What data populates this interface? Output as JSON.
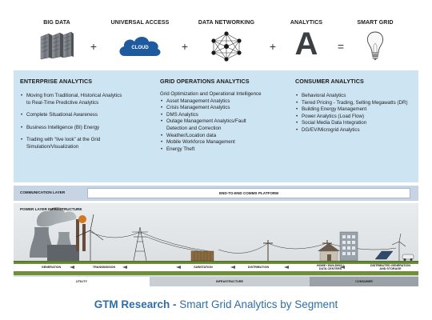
{
  "equation": {
    "items": [
      {
        "label": "BIG DATA",
        "icon": "server-racks-icon"
      },
      {
        "label": "UNIVERSAL ACCESS",
        "icon": "cloud-icon",
        "icon_text": "CLOUD"
      },
      {
        "label": "DATA NETWORKING",
        "icon": "network-mesh-icon"
      },
      {
        "label": "ANALYTICS",
        "icon": "letter-a-icon",
        "icon_text": "A"
      },
      {
        "label": "SMART GRID",
        "icon": "light-bulb-icon"
      }
    ],
    "operators": [
      "+",
      "+",
      "+",
      "="
    ]
  },
  "analytics": {
    "enterprise": {
      "title": "ENTERPRISE ANALYTICS",
      "items": [
        "Moving from Traditional, Historical Analytics",
        "Complete Situational Awareness",
        "Business Intelligence (BI) Energy",
        "Trading with “live look” at the Grid"
      ],
      "continuations": [
        "to Real-Time Predictive Analytics",
        "Simulation/Visualization"
      ]
    },
    "grid": {
      "title": "GRID OPERATIONS  ANALYTICS",
      "intro": "Grid Optimization and Operational Intelligence",
      "items": [
        "Asset Management Analytics",
        "Crisis Management Analytics",
        "DMS Analytics",
        "Outage Management Analytics/Fault",
        "Weather/Location data",
        "Mobile Workforce Management",
        "Energy Theft"
      ],
      "continuations": [
        "Detection and Correction"
      ]
    },
    "consumer": {
      "title": "CONSUMER  ANALYTICS",
      "items": [
        "Behavioral Analytics",
        "Tiered Pricing - Trading, Selling Megawatts (DR)",
        "Building Energy Management",
        "Power Analytics (Load Flow)",
        "Social Media Data Integration",
        "DG/EV/Microgrid Analytics"
      ]
    }
  },
  "communication": {
    "label": "COMMUNICATION LAYER",
    "platform": "END-TO-END COMMS PLATFORM"
  },
  "power": {
    "label": "POWER LAYER INFRASTRUCTURE",
    "stages": [
      "GENERATION",
      "TRANSMISSION",
      "SUBSTATION",
      "DISTRIBUTION"
    ],
    "stage_home_line1": "HOME / BUILDING /",
    "stage_home_line2": "DATA CENTERS",
    "stage_dist_line1": "DISTRIBUTED GENERATION",
    "stage_dist_line2": "AND STORAGE",
    "segments": [
      "UTILITY",
      "INFRASTRUCTURE",
      "CONSUMER"
    ]
  },
  "caption": {
    "source": "GTM Research -",
    "title": "Smart Grid Analytics by Segment"
  },
  "colors": {
    "panel_bg": "#cde4f2",
    "comm_bg": "#c6d4e4",
    "caption": "#2f6ea6",
    "cloud": "#1f5a9e"
  }
}
